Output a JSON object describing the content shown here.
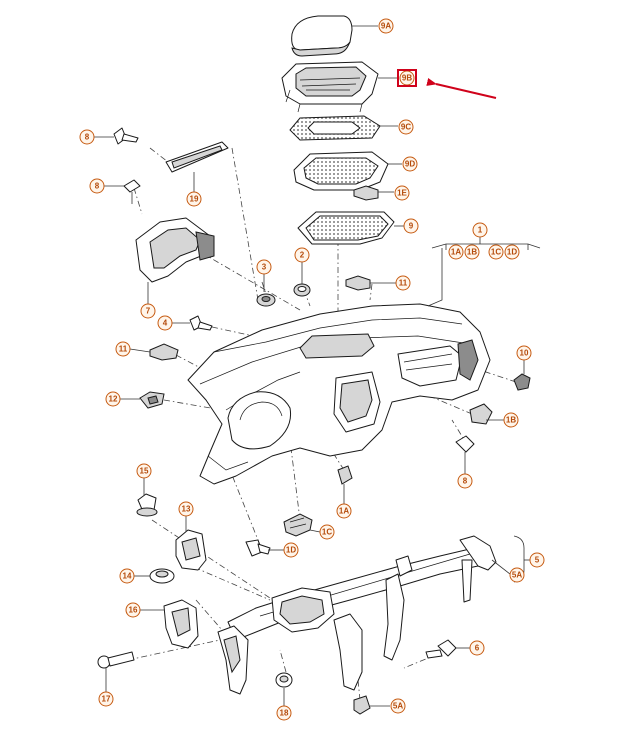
{
  "callouts": [
    {
      "id": "c9A",
      "label": "9A"
    },
    {
      "id": "c9B",
      "label": "9B"
    },
    {
      "id": "c9C",
      "label": "9C"
    },
    {
      "id": "c9D",
      "label": "9D"
    },
    {
      "id": "c1E",
      "label": "1E"
    },
    {
      "id": "c9",
      "label": "9"
    },
    {
      "id": "c1",
      "label": "1"
    },
    {
      "id": "c1A_top",
      "label": "1A"
    },
    {
      "id": "c1B_top",
      "label": "1B"
    },
    {
      "id": "c1C_top",
      "label": "1C"
    },
    {
      "id": "c1D_top",
      "label": "1D"
    },
    {
      "id": "c8a",
      "label": "8"
    },
    {
      "id": "c19",
      "label": "19"
    },
    {
      "id": "c8b",
      "label": "8"
    },
    {
      "id": "c7",
      "label": "7"
    },
    {
      "id": "c3",
      "label": "3"
    },
    {
      "id": "c2",
      "label": "2"
    },
    {
      "id": "c11a",
      "label": "11"
    },
    {
      "id": "c4",
      "label": "4"
    },
    {
      "id": "c11b",
      "label": "11"
    },
    {
      "id": "c10",
      "label": "10"
    },
    {
      "id": "c12",
      "label": "12"
    },
    {
      "id": "c1B_r",
      "label": "1B"
    },
    {
      "id": "c8c",
      "label": "8"
    },
    {
      "id": "c15",
      "label": "15"
    },
    {
      "id": "c1A_m",
      "label": "1A"
    },
    {
      "id": "c13",
      "label": "13"
    },
    {
      "id": "c1C_m",
      "label": "1C"
    },
    {
      "id": "c1D_m",
      "label": "1D"
    },
    {
      "id": "c14",
      "label": "14"
    },
    {
      "id": "c5",
      "label": "5"
    },
    {
      "id": "c5A_r",
      "label": "5A"
    },
    {
      "id": "c16",
      "label": "16"
    },
    {
      "id": "c6",
      "label": "6"
    },
    {
      "id": "c17",
      "label": "17"
    },
    {
      "id": "c18",
      "label": "18"
    },
    {
      "id": "c5A_b",
      "label": "5A"
    }
  ],
  "colors": {
    "callout_text": "#b44a0a",
    "callout_border": "#c65b12",
    "highlight_box": "#d0021b",
    "arrow": "#d0021b",
    "line_art": "#1a1a1a"
  },
  "highlight": {
    "target": "9B",
    "indicator": "red-arrow"
  }
}
